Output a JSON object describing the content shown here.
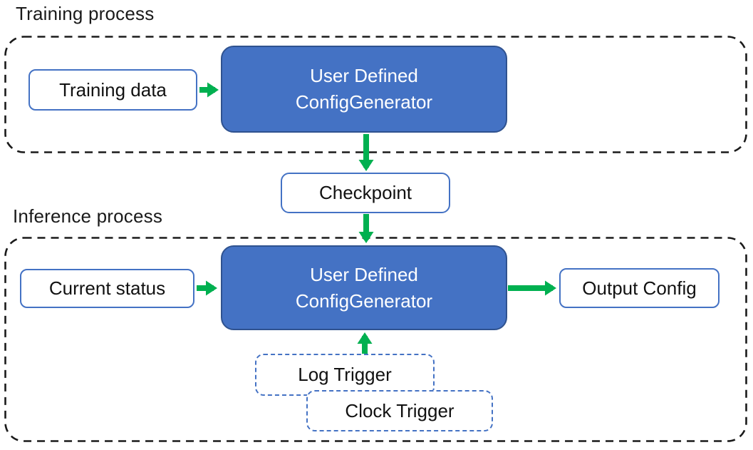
{
  "colors": {
    "node_fill_blue": "#4472C4",
    "node_border_dark_blue": "#2F528F",
    "outline_blue": "#4472C4",
    "arrow_green": "#00B050",
    "container_dash_black": "#1a1a1a",
    "text_black": "#111111",
    "text_white": "#ffffff"
  },
  "training_section": {
    "label": "Training process",
    "nodes": {
      "training_data": {
        "label": "Training data"
      },
      "config_generator": {
        "line1": "User Defined",
        "line2": "ConfigGenerator"
      }
    }
  },
  "checkpoint_node": {
    "label": "Checkpoint"
  },
  "inference_section": {
    "label": "Inference process",
    "nodes": {
      "current_status": {
        "label": "Current status"
      },
      "config_generator": {
        "line1": "User Defined",
        "line2": "ConfigGenerator"
      },
      "output_config": {
        "label": "Output Config"
      },
      "log_trigger": {
        "label": "Log Trigger"
      },
      "clock_trigger": {
        "label": "Clock Trigger"
      }
    }
  },
  "edges": [
    {
      "name": "training-data-to-generator",
      "direction": "right"
    },
    {
      "name": "generator-to-checkpoint",
      "direction": "down"
    },
    {
      "name": "checkpoint-to-inference-generator",
      "direction": "down"
    },
    {
      "name": "current-status-to-generator",
      "direction": "right"
    },
    {
      "name": "generator-to-output-config",
      "direction": "right"
    },
    {
      "name": "triggers-to-generator",
      "direction": "up"
    }
  ]
}
